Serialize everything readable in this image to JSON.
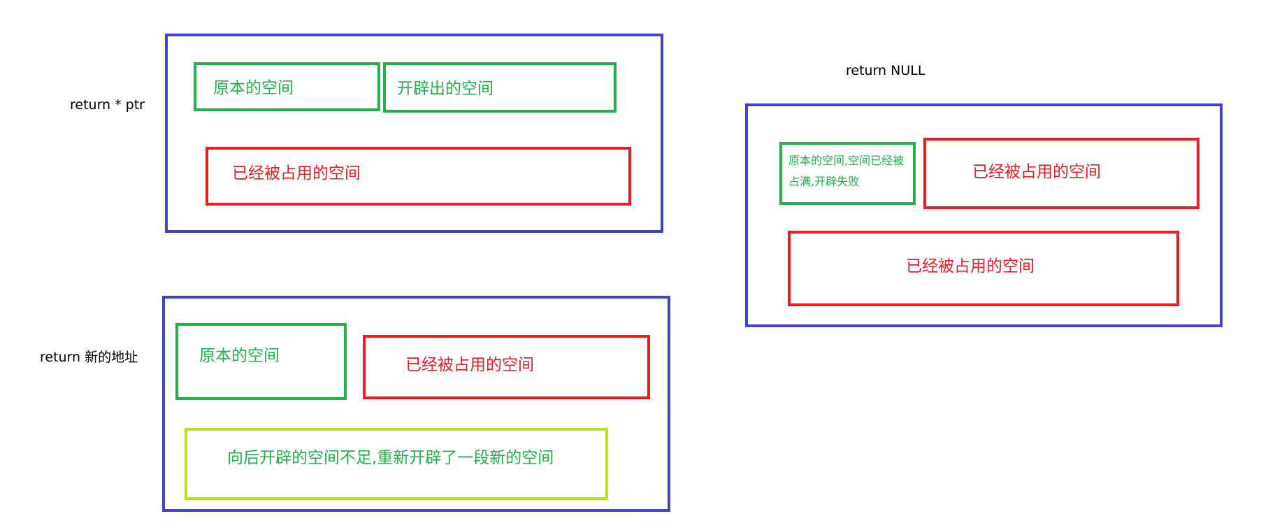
{
  "colors": {
    "frame": "#4343c8",
    "green": "#22b14c",
    "red": "#ed1c24",
    "lime": "#b5e61d",
    "caption": "#000000"
  },
  "top_left": {
    "caption": "return * ptr",
    "original_space": "原本的空间",
    "opened_space": "开辟出的空间",
    "occupied_space": "已经被占用的空间"
  },
  "bottom_left": {
    "caption": "return 新的地址",
    "original_space": "原本的空间",
    "occupied_space": "已经被占用的空间",
    "new_space": "向后开辟的空间不足,重新开辟了一段新的空间"
  },
  "right": {
    "caption": "return NULL",
    "failed_space": "原本的空间,空间已经被占满,开辟失败",
    "occupied_space_1": "已经被占用的空间",
    "occupied_space_2": "已经被占用的空间"
  }
}
